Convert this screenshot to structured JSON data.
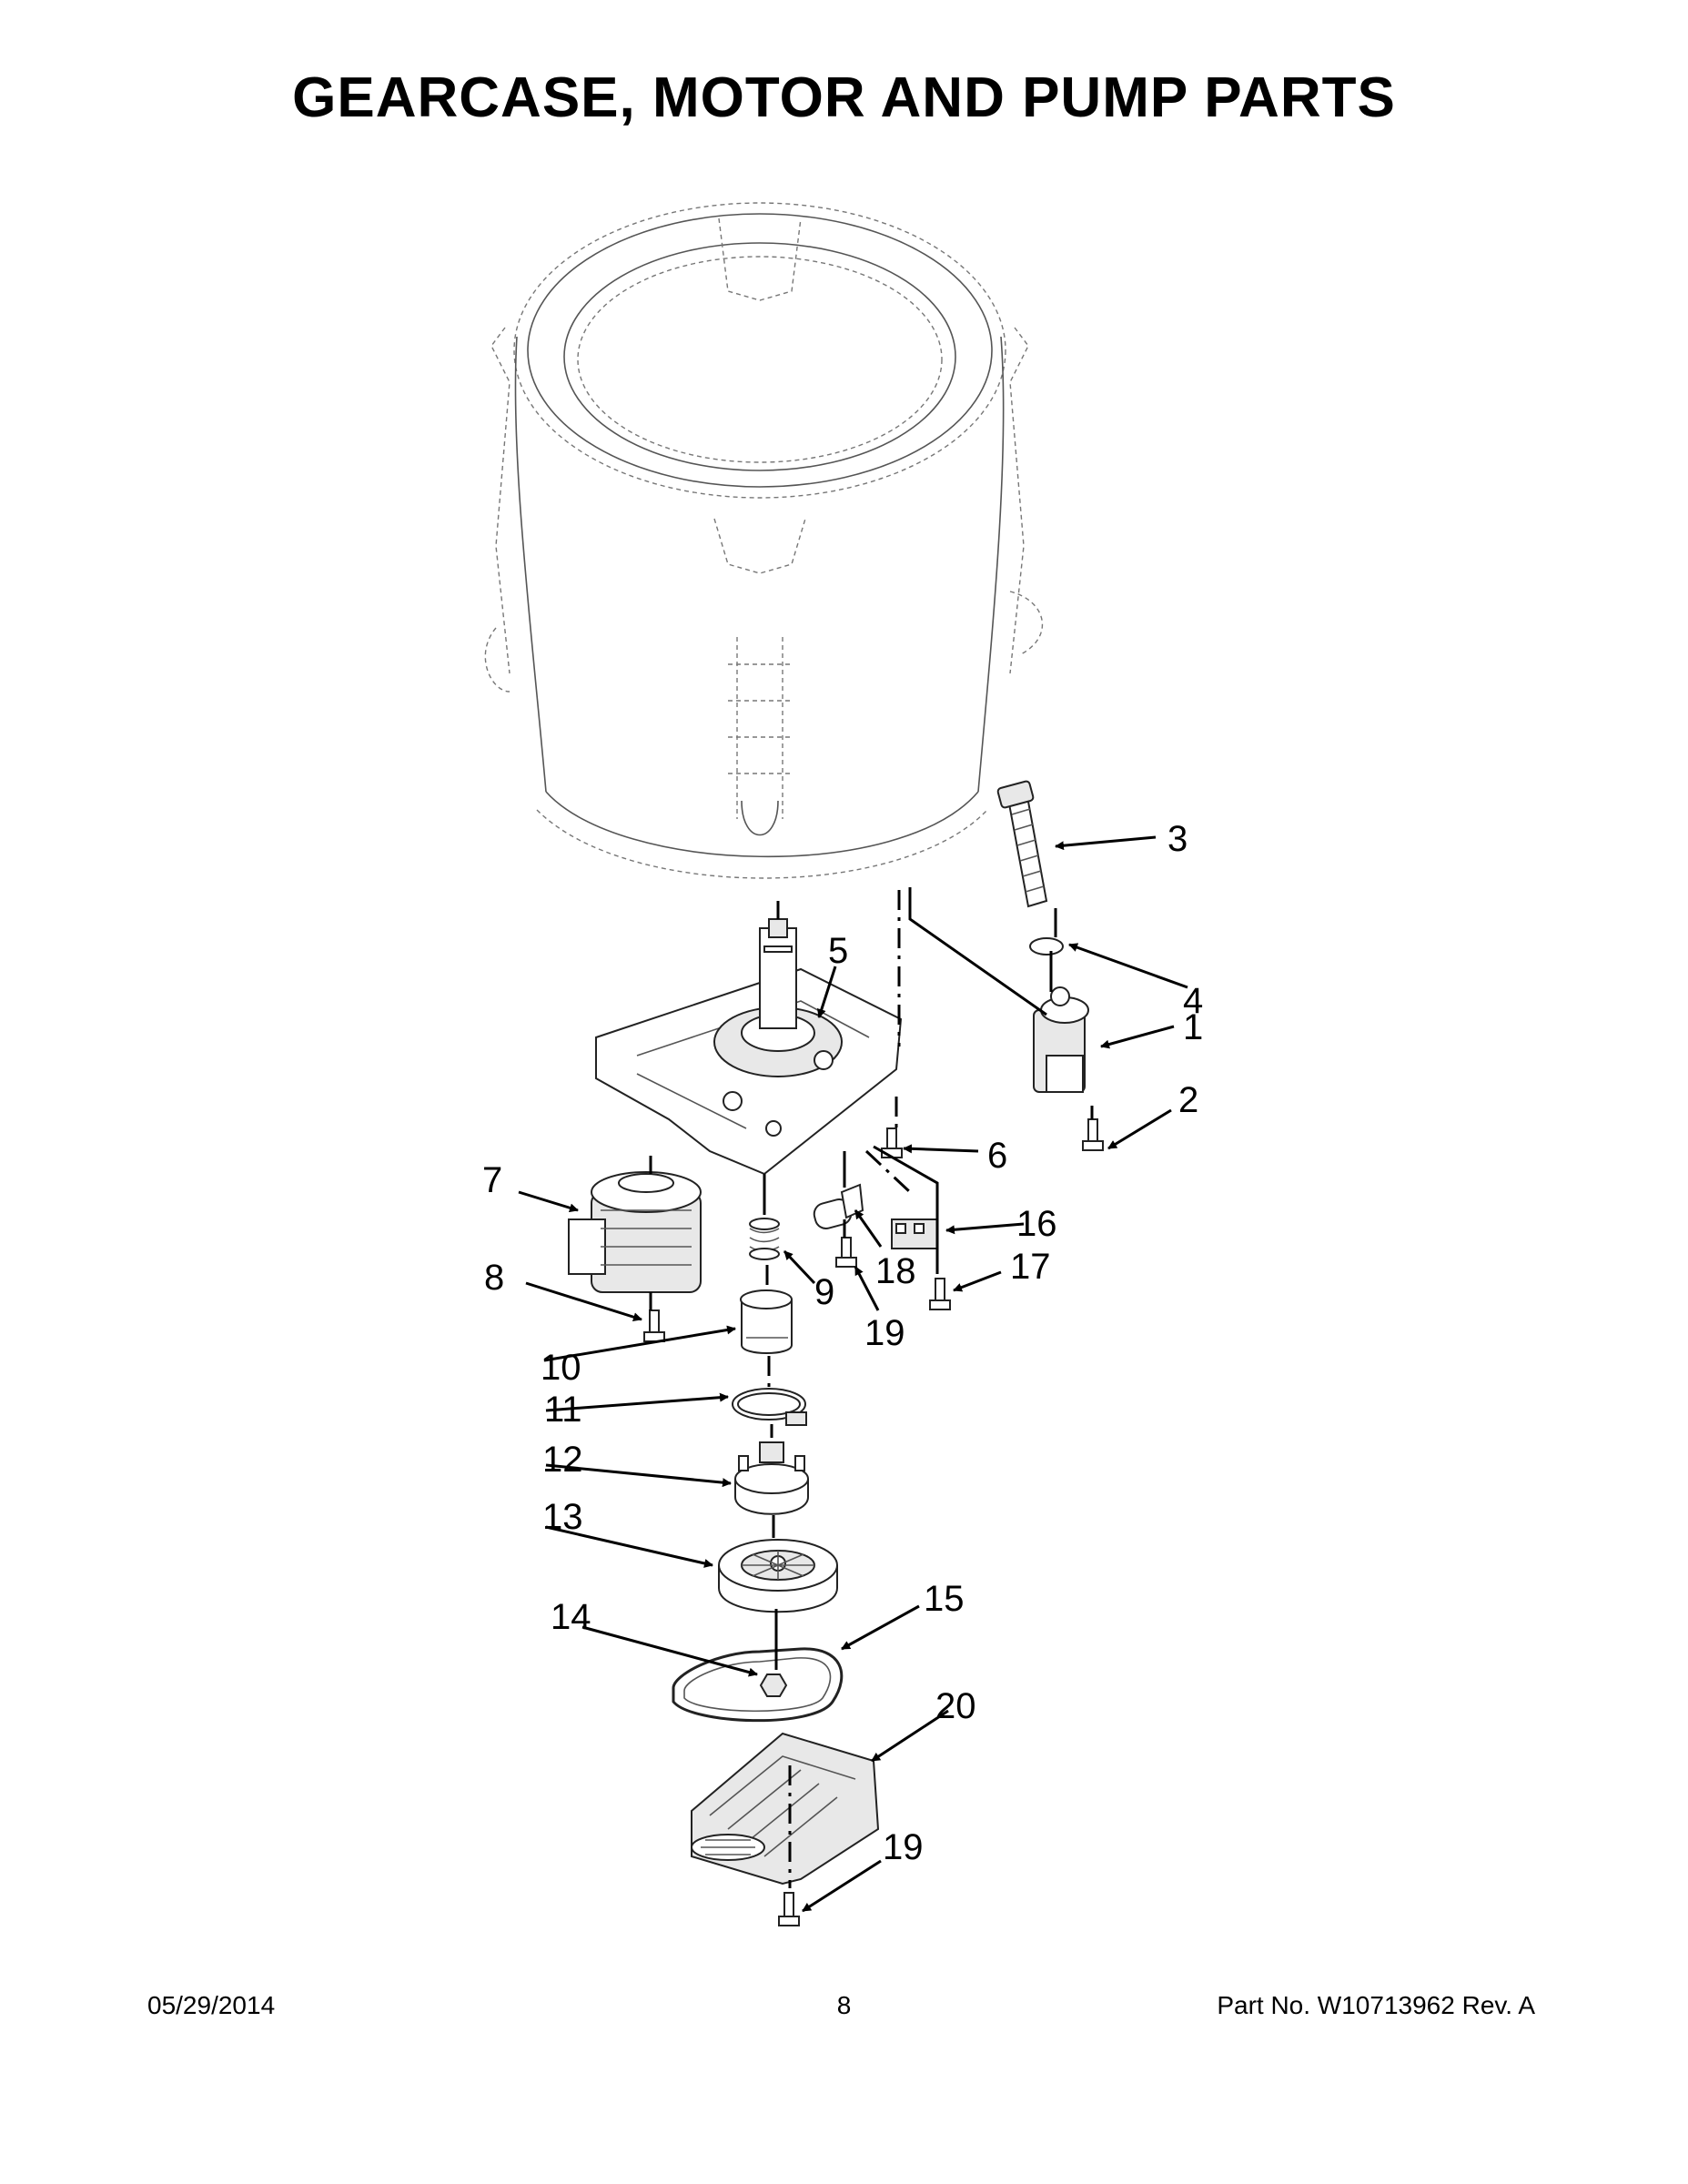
{
  "title": "GEARCASE, MOTOR AND PUMP PARTS",
  "footer": {
    "date": "05/29/2014",
    "page": "8",
    "part_number": "Part No.  W10713962  Rev.  A"
  },
  "callouts": {
    "c1": "1",
    "c2": "2",
    "c3": "3",
    "c4": "4",
    "c5": "5",
    "c6": "6",
    "c7": "7",
    "c8": "8",
    "c9": "9",
    "c10": "10",
    "c11": "11",
    "c12": "12",
    "c13": "13",
    "c14": "14",
    "c15": "15",
    "c16": "16",
    "c17": "17",
    "c18": "18",
    "c19a": "19",
    "c20": "20",
    "c19b": "19"
  }
}
